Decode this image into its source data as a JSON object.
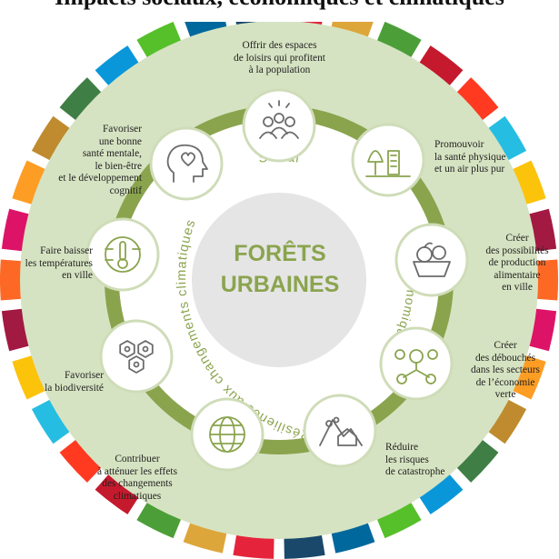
{
  "title": "Impacts sociaux, économiques et climatiques",
  "center": {
    "label": "FORÊTS\nURBAINES"
  },
  "ring_labels": {
    "social": "Social",
    "economic": "Économique",
    "resilience": "Résilience aux changements climatiques"
  },
  "items": [
    {
      "id": "loisirs",
      "text": "Offrir des espaces\nde loisirs qui profitent\nà la population",
      "icon": "people-group-icon"
    },
    {
      "id": "sante",
      "text": "Promouvoir\nla santé physique\net un air plus pur",
      "icon": "trees-city-icon"
    },
    {
      "id": "production",
      "text": "Créer\ndes possibilités\nde production\nalimentaire\nen ville",
      "icon": "fruit-basket-icon"
    },
    {
      "id": "debouches",
      "text": "Créer\ndes débouchés\ndans les secteurs\nde l’économie\nverte",
      "icon": "green-network-icon"
    },
    {
      "id": "risques",
      "text": "Réduire\nles risques\nde catastrophe",
      "icon": "landslide-house-icon"
    },
    {
      "id": "climat",
      "text": "Contribuer\nà atténuer les effets\ndes changements\nclimatiques",
      "icon": "globe-icon"
    },
    {
      "id": "biodiversite",
      "text": "Favoriser\nla biodiversité",
      "icon": "hexagon-species-icon"
    },
    {
      "id": "temperatures",
      "text": "Faire baisser\nles températures\nen ville",
      "icon": "thermometer-icon"
    },
    {
      "id": "mentale",
      "text": "Favoriser\nune bonne\nsanté mentale,\nle bien-être\net le développement\ncognitif",
      "icon": "head-heart-icon"
    }
  ],
  "colors": {
    "green_ring": "#8aa44e",
    "light_ring": "#d6e3c2",
    "sdg": [
      "#e5243b",
      "#dda63a",
      "#4c9f38",
      "#c5192d",
      "#ff3a21",
      "#26bde2",
      "#fcc30b",
      "#a21942",
      "#fd6925",
      "#dd1367",
      "#fd9d24",
      "#bf8b2e",
      "#3f7e44",
      "#0a97d9",
      "#56c02b",
      "#00689d",
      "#19486a"
    ]
  }
}
